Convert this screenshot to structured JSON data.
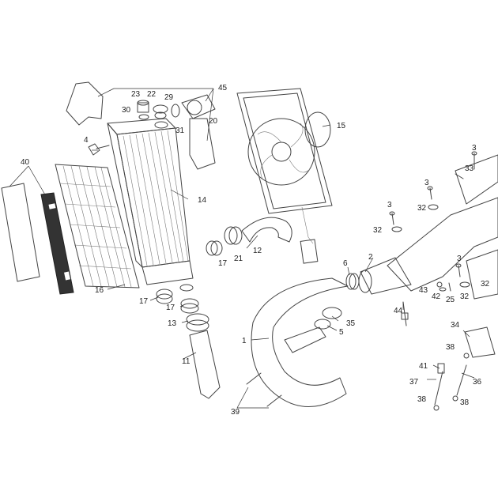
{
  "callouts": [
    {
      "id": "c1",
      "label": "1"
    },
    {
      "id": "c2",
      "label": "2"
    },
    {
      "id": "c3a",
      "label": "3"
    },
    {
      "id": "c3b",
      "label": "3"
    },
    {
      "id": "c3c",
      "label": "3"
    },
    {
      "id": "c3d",
      "label": "3"
    },
    {
      "id": "c4",
      "label": "4"
    },
    {
      "id": "c5",
      "label": "5"
    },
    {
      "id": "c6",
      "label": "6"
    },
    {
      "id": "c11",
      "label": "11"
    },
    {
      "id": "c12",
      "label": "12"
    },
    {
      "id": "c13",
      "label": "13"
    },
    {
      "id": "c14",
      "label": "14"
    },
    {
      "id": "c15",
      "label": "15"
    },
    {
      "id": "c16",
      "label": "16"
    },
    {
      "id": "c17a",
      "label": "17"
    },
    {
      "id": "c17b",
      "label": "17"
    },
    {
      "id": "c17c",
      "label": "17"
    },
    {
      "id": "c20",
      "label": "20"
    },
    {
      "id": "c21",
      "label": "21"
    },
    {
      "id": "c22",
      "label": "22"
    },
    {
      "id": "c23",
      "label": "23"
    },
    {
      "id": "c25",
      "label": "25"
    },
    {
      "id": "c29",
      "label": "29"
    },
    {
      "id": "c30",
      "label": "30"
    },
    {
      "id": "c31",
      "label": "31"
    },
    {
      "id": "c32a",
      "label": "32"
    },
    {
      "id": "c32b",
      "label": "32"
    },
    {
      "id": "c32c",
      "label": "32"
    },
    {
      "id": "c32d",
      "label": "32"
    },
    {
      "id": "c33",
      "label": "33"
    },
    {
      "id": "c34",
      "label": "34"
    },
    {
      "id": "c35",
      "label": "35"
    },
    {
      "id": "c36",
      "label": "36"
    },
    {
      "id": "c37",
      "label": "37"
    },
    {
      "id": "c38a",
      "label": "38"
    },
    {
      "id": "c38b",
      "label": "38"
    },
    {
      "id": "c38c",
      "label": "38"
    },
    {
      "id": "c39",
      "label": "39"
    },
    {
      "id": "c40",
      "label": "40"
    },
    {
      "id": "c41",
      "label": "41"
    },
    {
      "id": "c42",
      "label": "42"
    },
    {
      "id": "c43",
      "label": "43"
    },
    {
      "id": "c44",
      "label": "44"
    },
    {
      "id": "c45",
      "label": "45"
    }
  ],
  "colors": {
    "line": "#444444",
    "background": "#ffffff",
    "decal": "#333333"
  }
}
